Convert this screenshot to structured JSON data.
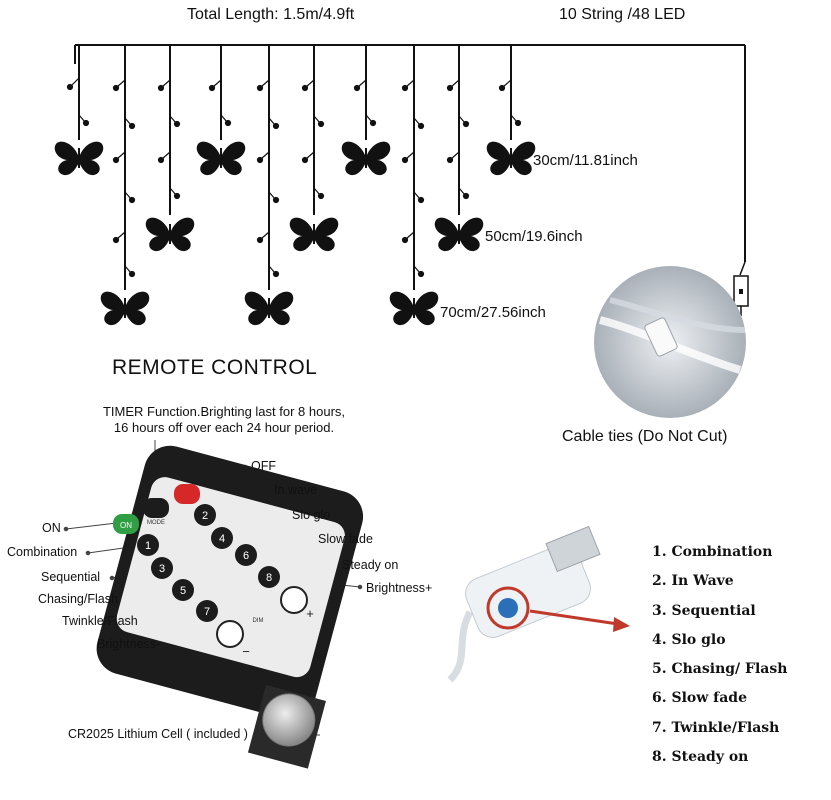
{
  "header": {
    "total_length": "Total Length: 1.5m/4.9ft",
    "string_count": "10 String /48 LED"
  },
  "lengths": [
    "30cm/11.81inch",
    "50cm/19.6inch",
    "70cm/27.56inch"
  ],
  "remote": {
    "title": "REMOTE CONTROL",
    "timer_note_1": "TIMER Function.Brighting last for 8 hours,",
    "timer_note_2": "16 hours off over each 24 hour period.",
    "labels_right": [
      "OFF",
      "In wave",
      "Slo glo",
      "Slow fade",
      "Steady on",
      "Brightness+"
    ],
    "labels_left": [
      "ON",
      "Combination",
      "Sequential",
      "Chasing/Flash",
      "Twinkle/Flash",
      "Brightness-"
    ],
    "battery": "CR2025 Lithium Cell ( included )",
    "button_on": "ON",
    "button_mode": "MODE",
    "button_dim": "DIM",
    "digits": [
      "1",
      "2",
      "3",
      "4",
      "5",
      "6",
      "7",
      "8"
    ],
    "plus": "+",
    "minus": "−"
  },
  "cable_ties": "Cable ties (Do Not Cut)",
  "modes": [
    "1. Combination",
    "2. In Wave",
    "3. Sequential",
    "4. Slo glo",
    "5. Chasing/ Flash",
    "6. Slow fade",
    "7. Twinkle/Flash",
    "8. Steady on"
  ],
  "colors": {
    "line": "#111111",
    "remote_body": "#1c1c1c",
    "button_on": "#2f9e44",
    "button_off": "#d62828",
    "arrow": "#c0392b",
    "usb_button": "#2a6fb8"
  }
}
